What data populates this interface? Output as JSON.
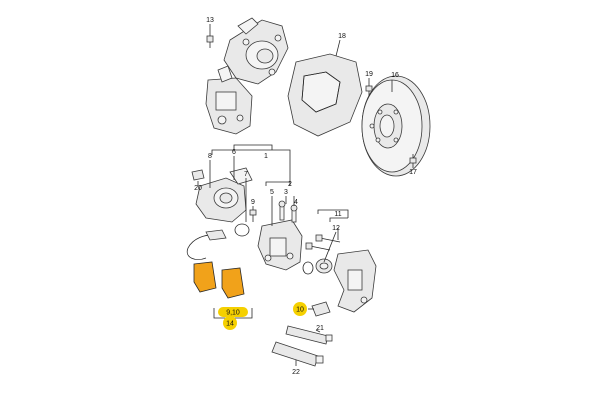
{
  "callouts": {
    "c1": "1",
    "c2": "2",
    "c3": "3",
    "c4": "4",
    "c5": "5",
    "c6": "6",
    "c7": "7",
    "c8": "8",
    "c9": "9",
    "c10": "10",
    "c11": "11",
    "c12": "12",
    "c13": "13",
    "c14": "14",
    "c16": "16",
    "c17": "17",
    "c18": "18",
    "c19": "19",
    "c20": "20",
    "c21": "21",
    "c22": "22",
    "c910": "9,10"
  },
  "colors": {
    "highlight": "#f5d000",
    "brake_pad": "#f1a21a",
    "line": "#2a2a2a"
  }
}
